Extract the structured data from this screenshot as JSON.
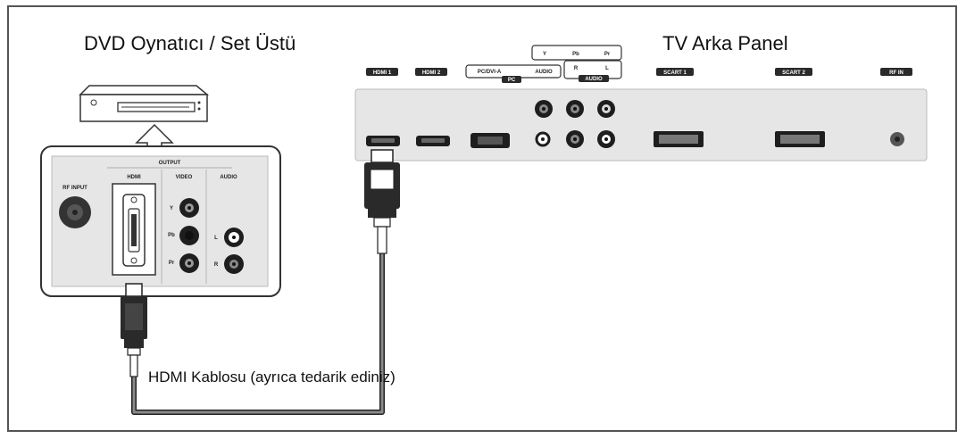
{
  "titles": {
    "source_device": "DVD Oynatıcı / Set Üstü",
    "tv_panel": "TV Arka Panel",
    "cable": "HDMI Kablosu (ayrıca tedarik ediniz)"
  },
  "tv_panel": {
    "port_labels": [
      "HDMI 1",
      "HDMI 2",
      "PC/DVI-A",
      "AUDIO",
      "PC",
      "Y",
      "Pb",
      "Pr",
      "R",
      "L",
      "AUDIO",
      "SCART 1",
      "SCART 2",
      "RF IN"
    ]
  },
  "source_device": {
    "group_label": "OUTPUT",
    "port_labels": [
      "RF INPUT",
      "HDMI",
      "VIDEO",
      "AUDIO",
      "Y",
      "Pb",
      "Pr",
      "L",
      "R"
    ]
  },
  "colors": {
    "frame": "#555555",
    "panel": "#e6e6e6",
    "connector": "#2a2a2a",
    "cable": "#8a8a8a"
  }
}
